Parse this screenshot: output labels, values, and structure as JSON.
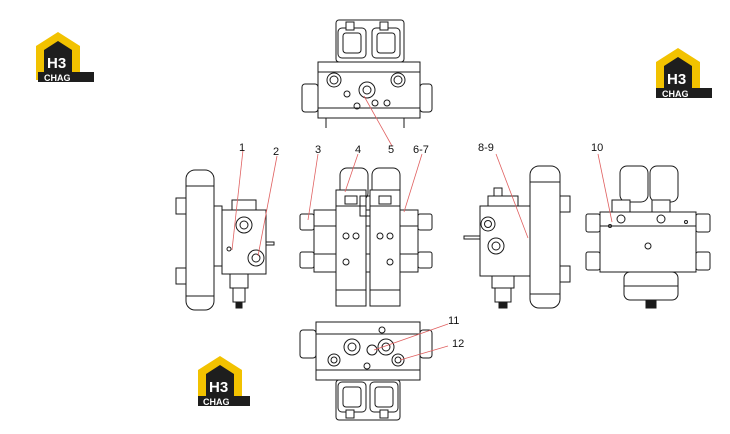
{
  "callouts": [
    {
      "id": "1",
      "label": "1"
    },
    {
      "id": "2",
      "label": "2"
    },
    {
      "id": "3",
      "label": "3"
    },
    {
      "id": "4",
      "label": "4"
    },
    {
      "id": "5",
      "label": "5"
    },
    {
      "id": "6-7",
      "label": "6-7"
    },
    {
      "id": "8-9",
      "label": "8-9"
    },
    {
      "id": "10",
      "label": "10"
    },
    {
      "id": "11",
      "label": "11"
    },
    {
      "id": "12",
      "label": "12"
    }
  ],
  "logo": {
    "mark": "H3",
    "word": "CHAG"
  },
  "colors": {
    "logo_yellow": "#f2c200",
    "logo_dark": "#1e1e1e",
    "line": "#1a1a1a",
    "leader": "#e06060"
  }
}
